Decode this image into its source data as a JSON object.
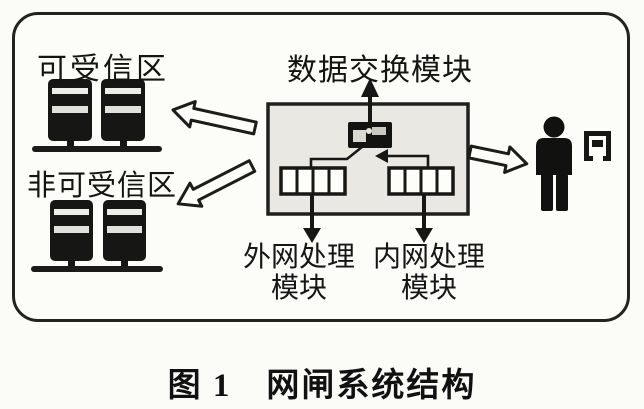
{
  "figure": {
    "caption": "图 1　网闸系统结构",
    "labels": {
      "trusted_zone": "可受信区",
      "untrusted_zone": "非可受信区",
      "data_exchange": "数据交换模块",
      "external_module_line1": "外网处理",
      "external_module_line2": "模块",
      "internal_module_line1": "内网处理",
      "internal_module_line2": "模块"
    },
    "icons": {
      "server_icon": "server tower on network bus",
      "person_icon": "human user silhouette",
      "floppy_disk_icon": "removable media beside user",
      "hollow_arrow_icon": "outlined data-flow arrow",
      "chip_icon": "data exchange switch block",
      "connector_strip_icon": "processing module slot strip"
    },
    "colors": {
      "ink": "#1c1c1a",
      "paper": "#fbfbf8",
      "gateway_box_fill": "#e9e8e2",
      "cell_fill": "#fdfdfa"
    }
  }
}
